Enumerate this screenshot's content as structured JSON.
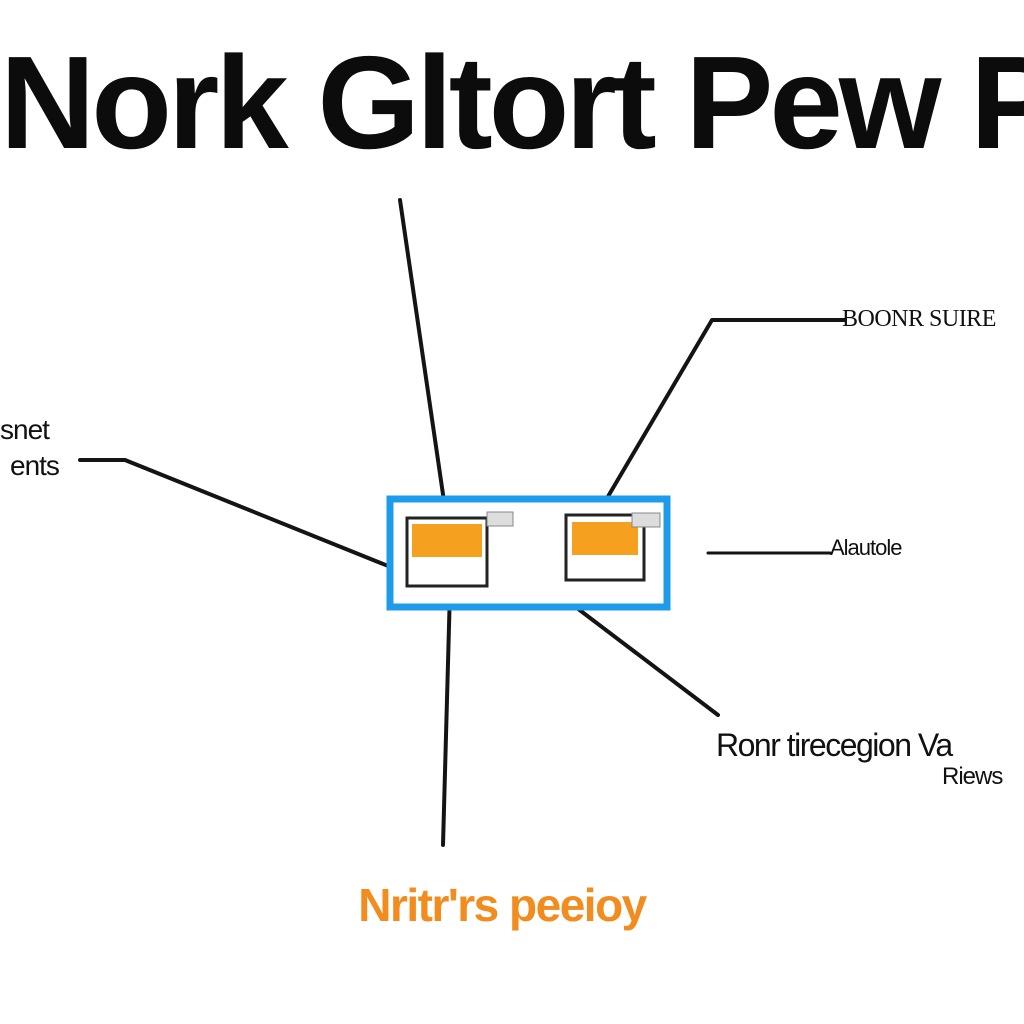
{
  "title": "Nork Gltort Pew PN",
  "labels": {
    "top_right": "BOONR SUIRE",
    "left_line1": "snet",
    "left_line2": "ents",
    "right_mid": "Alautole",
    "bottom_right_line1": "Ronr tirecegion Va",
    "bottom_right_line2": "Riews",
    "bottom_caption": "Nritr'rs peeioy"
  },
  "colors": {
    "accent_orange": "#f5a01e",
    "caption_orange": "#f28c1f",
    "frame_blue": "#1e9be9",
    "line": "#141414"
  },
  "icons": {
    "module_left": "hardware-module-icon",
    "module_right": "hardware-module-icon"
  }
}
